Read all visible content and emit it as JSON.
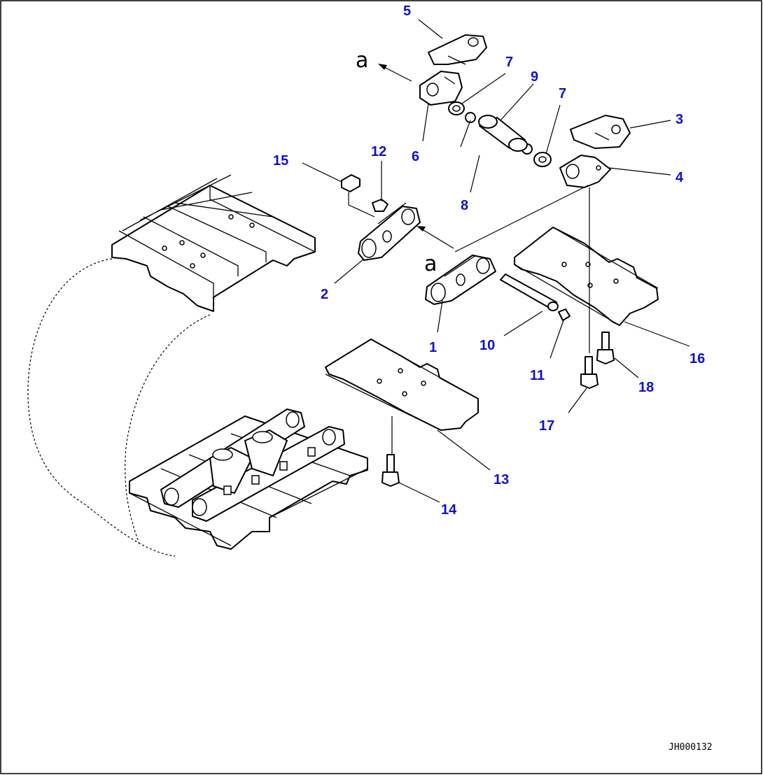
{
  "callouts": [
    {
      "id": "1",
      "text": "1"
    },
    {
      "id": "2",
      "text": "2"
    },
    {
      "id": "3",
      "text": "3"
    },
    {
      "id": "4",
      "text": "4"
    },
    {
      "id": "5",
      "text": "5"
    },
    {
      "id": "6",
      "text": "6"
    },
    {
      "id": "7a",
      "text": "7"
    },
    {
      "id": "7b",
      "text": "7"
    },
    {
      "id": "8",
      "text": "8"
    },
    {
      "id": "9",
      "text": "9"
    },
    {
      "id": "10",
      "text": "10"
    },
    {
      "id": "11",
      "text": "11"
    },
    {
      "id": "12",
      "text": "12"
    },
    {
      "id": "13",
      "text": "13"
    },
    {
      "id": "14",
      "text": "14"
    },
    {
      "id": "15",
      "text": "15"
    },
    {
      "id": "16",
      "text": "16"
    },
    {
      "id": "17",
      "text": "17"
    },
    {
      "id": "18",
      "text": "18"
    }
  ],
  "view_markers": {
    "top": "a",
    "middle": "a"
  },
  "drawing_code": "JH000132",
  "colors": {
    "callout": "#1010cc",
    "line": "#000000",
    "background": "#ffffff"
  }
}
